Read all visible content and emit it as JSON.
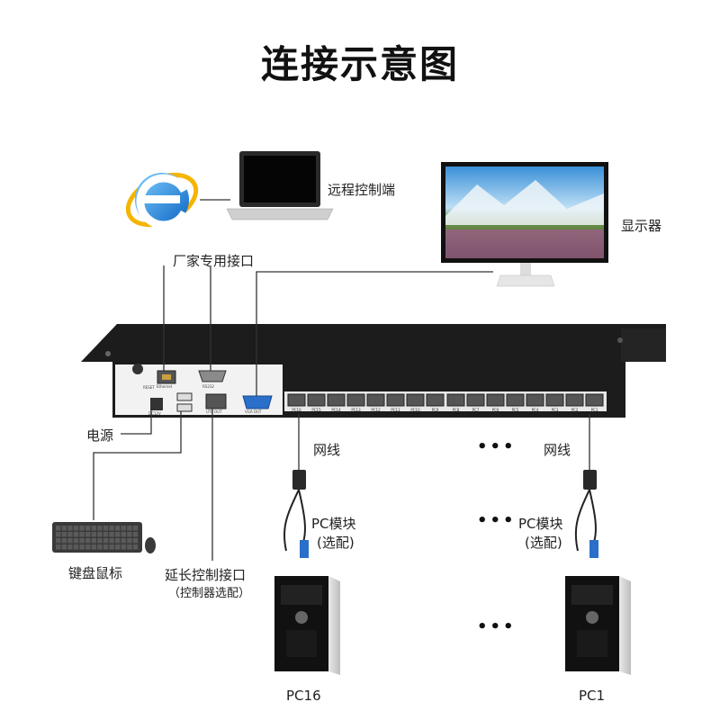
{
  "title": "连接示意图",
  "labels": {
    "remote_client": "远程控制端",
    "monitor": "显示器",
    "vendor_port": "厂家专用接口",
    "power": "电源",
    "cable_left": "网线",
    "cable_right": "网线",
    "pc_module_left": "PC模块",
    "pc_module_left_note": "(选配)",
    "pc_module_right": "PC模块",
    "pc_module_right_note": "(选配)",
    "keyboard_mouse": "键盘鼠标",
    "extension_port": "延长控制接口",
    "extension_note": "（控制器选配）",
    "pc_left": "PC16",
    "pc_right": "PC1",
    "ellipsis": "•••"
  },
  "device": {
    "port_labels": {
      "reset": "RESET",
      "ethernet": "Ethernet",
      "rs232": "RS232",
      "dc": "DC12V",
      "utp_out": "UTP OUT",
      "vga_out": "VGA OUT"
    },
    "ports_left": [
      "PC16",
      "PC15",
      "PC14",
      "PC13",
      "PC12",
      "PC11",
      "PC10",
      "PC9"
    ],
    "ports_right": [
      "PC8",
      "PC7",
      "PC6",
      "PC5",
      "PC4",
      "PC3",
      "PC2",
      "PC1"
    ]
  },
  "colors": {
    "chassis": "#1c1c1c",
    "panel": "#f2f2f2",
    "line": "#333333",
    "ie_blue": "#1e90e0",
    "ie_ring": "#f5b400",
    "vga_blue": "#2a6fc9"
  },
  "icons": {
    "browser": "ie-logo-icon",
    "laptop": "laptop-icon",
    "monitor": "monitor-icon",
    "keyboard": "keyboard-icon",
    "mouse": "mouse-icon",
    "pc": "pc-tower-icon",
    "module": "pc-module-icon"
  }
}
